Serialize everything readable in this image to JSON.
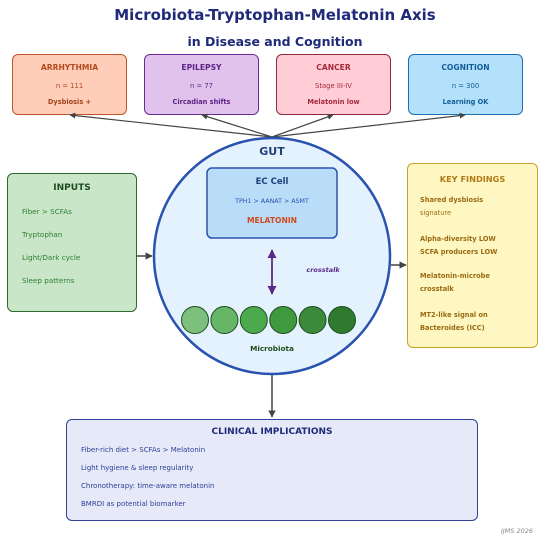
{
  "title": "Microbiota-Tryptophan-Melatonin Axis",
  "subtitle": "in Disease and Cognition",
  "conditions": [
    {
      "name": "ARRHYTHMIA",
      "n": "n = 111",
      "finding": "Dysbiosis +",
      "fill": "#ffcdb8",
      "border": "#c0552a",
      "title_color": "#b24a1e",
      "finding_color": "#a1431c"
    },
    {
      "name": "EPILEPSY",
      "n": "n = 77",
      "finding": "Circadian shifts",
      "fill": "#e1c2ec",
      "border": "#6a2a91",
      "title_color": "#5e2384",
      "finding_color": "#5e2384"
    },
    {
      "name": "CANCER",
      "n": "Stage III-IV",
      "finding": "Melatonin low",
      "fill": "#ffcdd6",
      "border": "#8c2a3a",
      "title_color": "#a5283c",
      "finding_color": "#a5283c"
    },
    {
      "name": "COGNITION",
      "n": "n = 300",
      "finding": "Learning OK",
      "fill": "#b3e1fb",
      "border": "#1f6fb0",
      "title_color": "#155d99",
      "finding_color": "#155d99"
    }
  ],
  "inputs": {
    "heading": "INPUTS",
    "items": [
      "Fiber > SCFAs",
      "Tryptophan",
      "Light/Dark cycle",
      "Sleep patterns"
    ]
  },
  "gut": {
    "label": "GUT",
    "ec_cell": "EC Cell",
    "pathway": "TPH1 > AANAT > ASMT",
    "product": "MELATONIN",
    "crosstalk": "crosstalk",
    "microbiota": "Microbiota"
  },
  "findings": {
    "heading": "KEY FINDINGS",
    "lines": [
      {
        "text": "Shared dysbiosis",
        "bold": true
      },
      {
        "text": "signature",
        "bold": false
      },
      {
        "text": "Alpha-diversity LOW",
        "bold": true
      },
      {
        "text": "SCFA producers LOW",
        "bold": true
      },
      {
        "text": "Melatonin-microbe",
        "bold": true
      },
      {
        "text": "crosstalk",
        "bold": true
      },
      {
        "text": "MT2-like signal on",
        "bold": true
      },
      {
        "text": "Bacteroides (ICC)",
        "bold": true
      }
    ]
  },
  "clinical": {
    "heading": "CLINICAL IMPLICATIONS",
    "items": [
      "Fiber-rich diet > SCFAs > Melatonin",
      "Light hygiene & sleep regularity",
      "Chronotherapy: time-aware melatonin",
      "BMRDI as potential biomarker"
    ]
  },
  "footer": "IJMS 2026",
  "colors": {
    "bacteria": [
      "#7dc07d",
      "#67b567",
      "#4caa4c",
      "#3f9a3f",
      "#3a8a3a",
      "#2e7a2e"
    ],
    "arrow": "#444444",
    "crosstalk_arrow": "#5a2a8a"
  }
}
